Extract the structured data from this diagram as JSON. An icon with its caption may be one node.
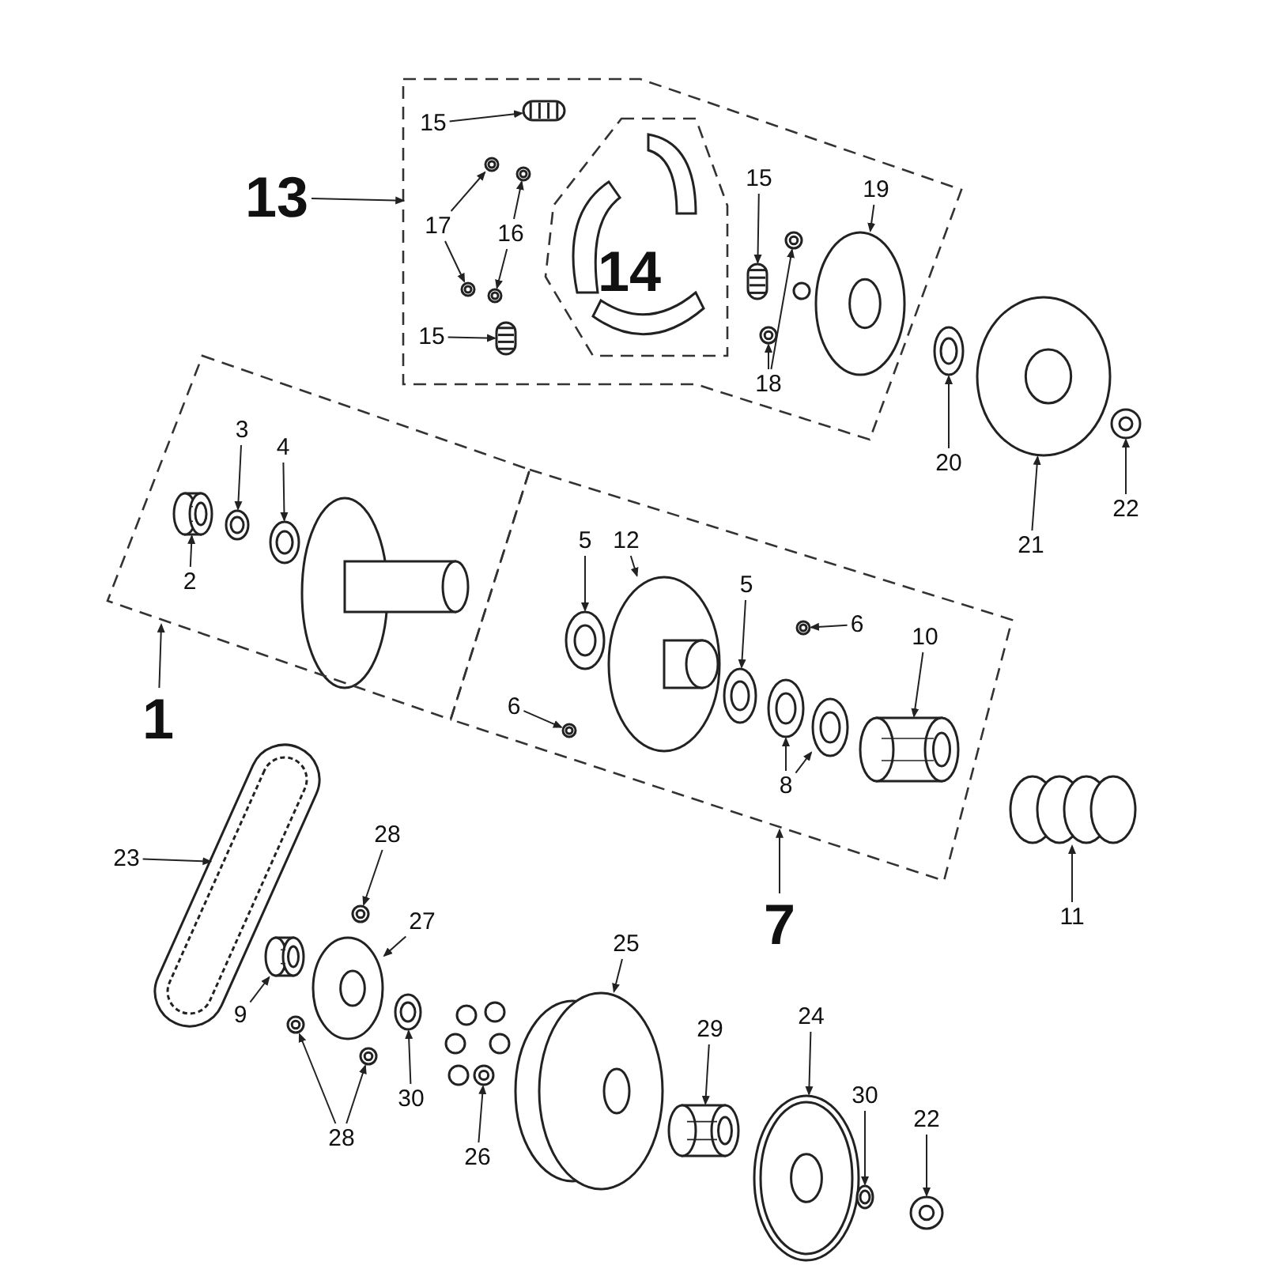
{
  "diagram": {
    "nodes": [
      {
        "text": [],
        "shape": "box"
      },
      {
        "text": [
          "13"
        ]
      },
      {
        "text": [
          "15"
        ],
        "in": 0
      },
      {
        "text": [],
        "shape": "picture",
        "in": 0
      },
      {
        "text": [
          "17"
        ],
        "in": 0
      },
      {
        "text": [],
        "shape": "picture",
        "in": 0
      },
      {
        "text": [],
        "shape": "picture",
        "in": 0
      },
      {
        "text": [
          "16"
        ],
        "in": 0
      },
      {
        "text": [],
        "shape": "picture",
        "in": 0
      },
      {
        "text": [],
        "shape": "picture",
        "in": 0
      },
      {
        "text": [
          "15"
        ],
        "in": 0
      },
      {
        "text": [],
        "shape": "picture",
        "in": 0
      },
      {
        "text": [
          "14"
        ],
        "in": 0
      },
      {
        "text": [
          "15"
        ],
        "in": 0
      },
      {
        "text": [],
        "shape": "picture",
        "in": 0
      },
      {
        "text": [
          "19"
        ],
        "in": 0
      },
      {
        "text": [],
        "shape": "picture",
        "in": 0
      },
      {
        "text": [
          "18"
        ],
        "in": 0
      },
      {
        "text": [],
        "shape": "picture",
        "in": 0
      },
      {
        "text": [],
        "shape": "picture",
        "in": 0
      },
      {
        "text": [
          "20"
        ]
      },
      {
        "text": [],
        "shape": "picture"
      },
      {
        "text": [
          "21"
        ]
      },
      {
        "text": [],
        "shape": "picture"
      },
      {
        "text": [
          "22"
        ]
      },
      {
        "text": [],
        "shape": "picture"
      },
      {
        "text": [],
        "shape": "box"
      },
      {
        "text": [
          "3"
        ],
        "in": 26
      },
      {
        "text": [],
        "shape": "picture",
        "in": 26
      },
      {
        "text": [
          "4"
        ],
        "in": 26
      },
      {
        "text": [],
        "shape": "picture",
        "in": 26
      },
      {
        "text": [
          "2"
        ],
        "in": 26
      },
      {
        "text": [],
        "shape": "picture",
        "in": 26
      },
      {
        "text": [
          "1"
        ]
      },
      {
        "text": [],
        "shape": "box"
      },
      {
        "text": [
          "5"
        ],
        "in": 34
      },
      {
        "text": [],
        "shape": "picture",
        "in": 34
      },
      {
        "text": [
          "12"
        ],
        "in": 34
      },
      {
        "text": [],
        "shape": "picture",
        "in": 34
      },
      {
        "text": [
          "5"
        ],
        "in": 34
      },
      {
        "text": [],
        "shape": "picture",
        "in": 34
      },
      {
        "text": [
          "6"
        ],
        "in": 34
      },
      {
        "text": [],
        "shape": "picture",
        "in": 34
      },
      {
        "text": [
          "10"
        ],
        "in": 34
      },
      {
        "text": [],
        "shape": "picture",
        "in": 34
      },
      {
        "text": [
          "6"
        ],
        "in": 34
      },
      {
        "text": [],
        "shape": "picture",
        "in": 34
      },
      {
        "text": [
          "8"
        ],
        "in": 34
      },
      {
        "text": [],
        "shape": "picture",
        "in": 34
      },
      {
        "text": [],
        "shape": "picture",
        "in": 34
      },
      {
        "text": [
          "7"
        ]
      },
      {
        "text": [
          "11"
        ]
      },
      {
        "text": [],
        "shape": "picture"
      },
      {
        "text": [
          "23"
        ]
      },
      {
        "text": [],
        "shape": "picture"
      },
      {
        "text": [
          "28"
        ]
      },
      {
        "text": [],
        "shape": "picture"
      },
      {
        "text": [
          "27"
        ]
      },
      {
        "text": [],
        "shape": "picture"
      },
      {
        "text": [
          "9"
        ]
      },
      {
        "text": [],
        "shape": "picture"
      },
      {
        "text": [
          "28"
        ]
      },
      {
        "text": [],
        "shape": "picture"
      },
      {
        "text": [],
        "shape": "picture"
      },
      {
        "text": [
          "30"
        ]
      },
      {
        "text": [],
        "shape": "picture"
      },
      {
        "text": [
          "26"
        ]
      },
      {
        "text": [],
        "shape": "picture"
      },
      {
        "text": [
          "25"
        ]
      },
      {
        "text": [],
        "shape": "picture"
      },
      {
        "text": [
          "29"
        ]
      },
      {
        "text": [],
        "shape": "picture"
      },
      {
        "text": [
          "24"
        ]
      },
      {
        "text": [],
        "shape": "picture"
      },
      {
        "text": [
          "30"
        ]
      },
      {
        "text": [],
        "shape": "picture"
      },
      {
        "text": [
          "22"
        ]
      },
      {
        "text": [],
        "shape": "picture"
      }
    ],
    "edges": [
      {
        "from": 1,
        "to": 0,
        "arrow": "to"
      },
      {
        "from": 2,
        "to": 3,
        "arrow": "to"
      },
      {
        "from": 4,
        "to": 5,
        "arrow": "to"
      },
      {
        "from": 4,
        "to": 6,
        "arrow": "to"
      },
      {
        "from": 7,
        "to": 8,
        "arrow": "to"
      },
      {
        "from": 7,
        "to": 9,
        "arrow": "to"
      },
      {
        "from": 10,
        "to": 11,
        "arrow": "to"
      },
      {
        "from": 13,
        "to": 14,
        "arrow": "to"
      },
      {
        "from": 15,
        "to": 16,
        "arrow": "to"
      },
      {
        "from": 17,
        "to": 18,
        "arrow": "to"
      },
      {
        "from": 17,
        "to": 19,
        "arrow": "to"
      },
      {
        "from": 20,
        "to": 21,
        "arrow": "to"
      },
      {
        "from": 22,
        "to": 23,
        "arrow": "to"
      },
      {
        "from": 24,
        "to": 25,
        "arrow": "to"
      },
      {
        "from": 27,
        "to": 28,
        "arrow": "to"
      },
      {
        "from": 29,
        "to": 30,
        "arrow": "to"
      },
      {
        "from": 31,
        "to": 32,
        "arrow": "to"
      },
      {
        "from": 33,
        "to": 26,
        "arrow": "to"
      },
      {
        "from": 35,
        "to": 36,
        "arrow": "to"
      },
      {
        "from": 37,
        "to": 38,
        "arrow": "to"
      },
      {
        "from": 39,
        "to": 40,
        "arrow": "to"
      },
      {
        "from": 41,
        "to": 42,
        "arrow": "to"
      },
      {
        "from": 43,
        "to": 44,
        "arrow": "to"
      },
      {
        "from": 45,
        "to": 46,
        "arrow": "to"
      },
      {
        "from": 47,
        "to": 48,
        "arrow": "to"
      },
      {
        "from": 47,
        "to": 49,
        "arrow": "to"
      },
      {
        "from": 50,
        "to": 34,
        "arrow": "to"
      },
      {
        "from": 51,
        "to": 52,
        "arrow": "to"
      },
      {
        "from": 53,
        "to": 54,
        "arrow": "to"
      },
      {
        "from": 55,
        "to": 56,
        "arrow": "to"
      },
      {
        "from": 57,
        "to": 58,
        "arrow": "to"
      },
      {
        "from": 59,
        "to": 60,
        "arrow": "to"
      },
      {
        "from": 61,
        "to": 62,
        "arrow": "to"
      },
      {
        "from": 61,
        "to": 63,
        "arrow": "to"
      },
      {
        "from": 64,
        "to": 65,
        "arrow": "to"
      },
      {
        "from": 66,
        "to": 67,
        "arrow": "to"
      },
      {
        "from": 68,
        "to": 69,
        "arrow": "to"
      },
      {
        "from": 70,
        "to": 71,
        "arrow": "to"
      },
      {
        "from": 72,
        "to": 73,
        "arrow": "to"
      },
      {
        "from": 74,
        "to": 75,
        "arrow": "to"
      },
      {
        "from": 76,
        "to": 77,
        "arrow": "to"
      }
    ]
  }
}
